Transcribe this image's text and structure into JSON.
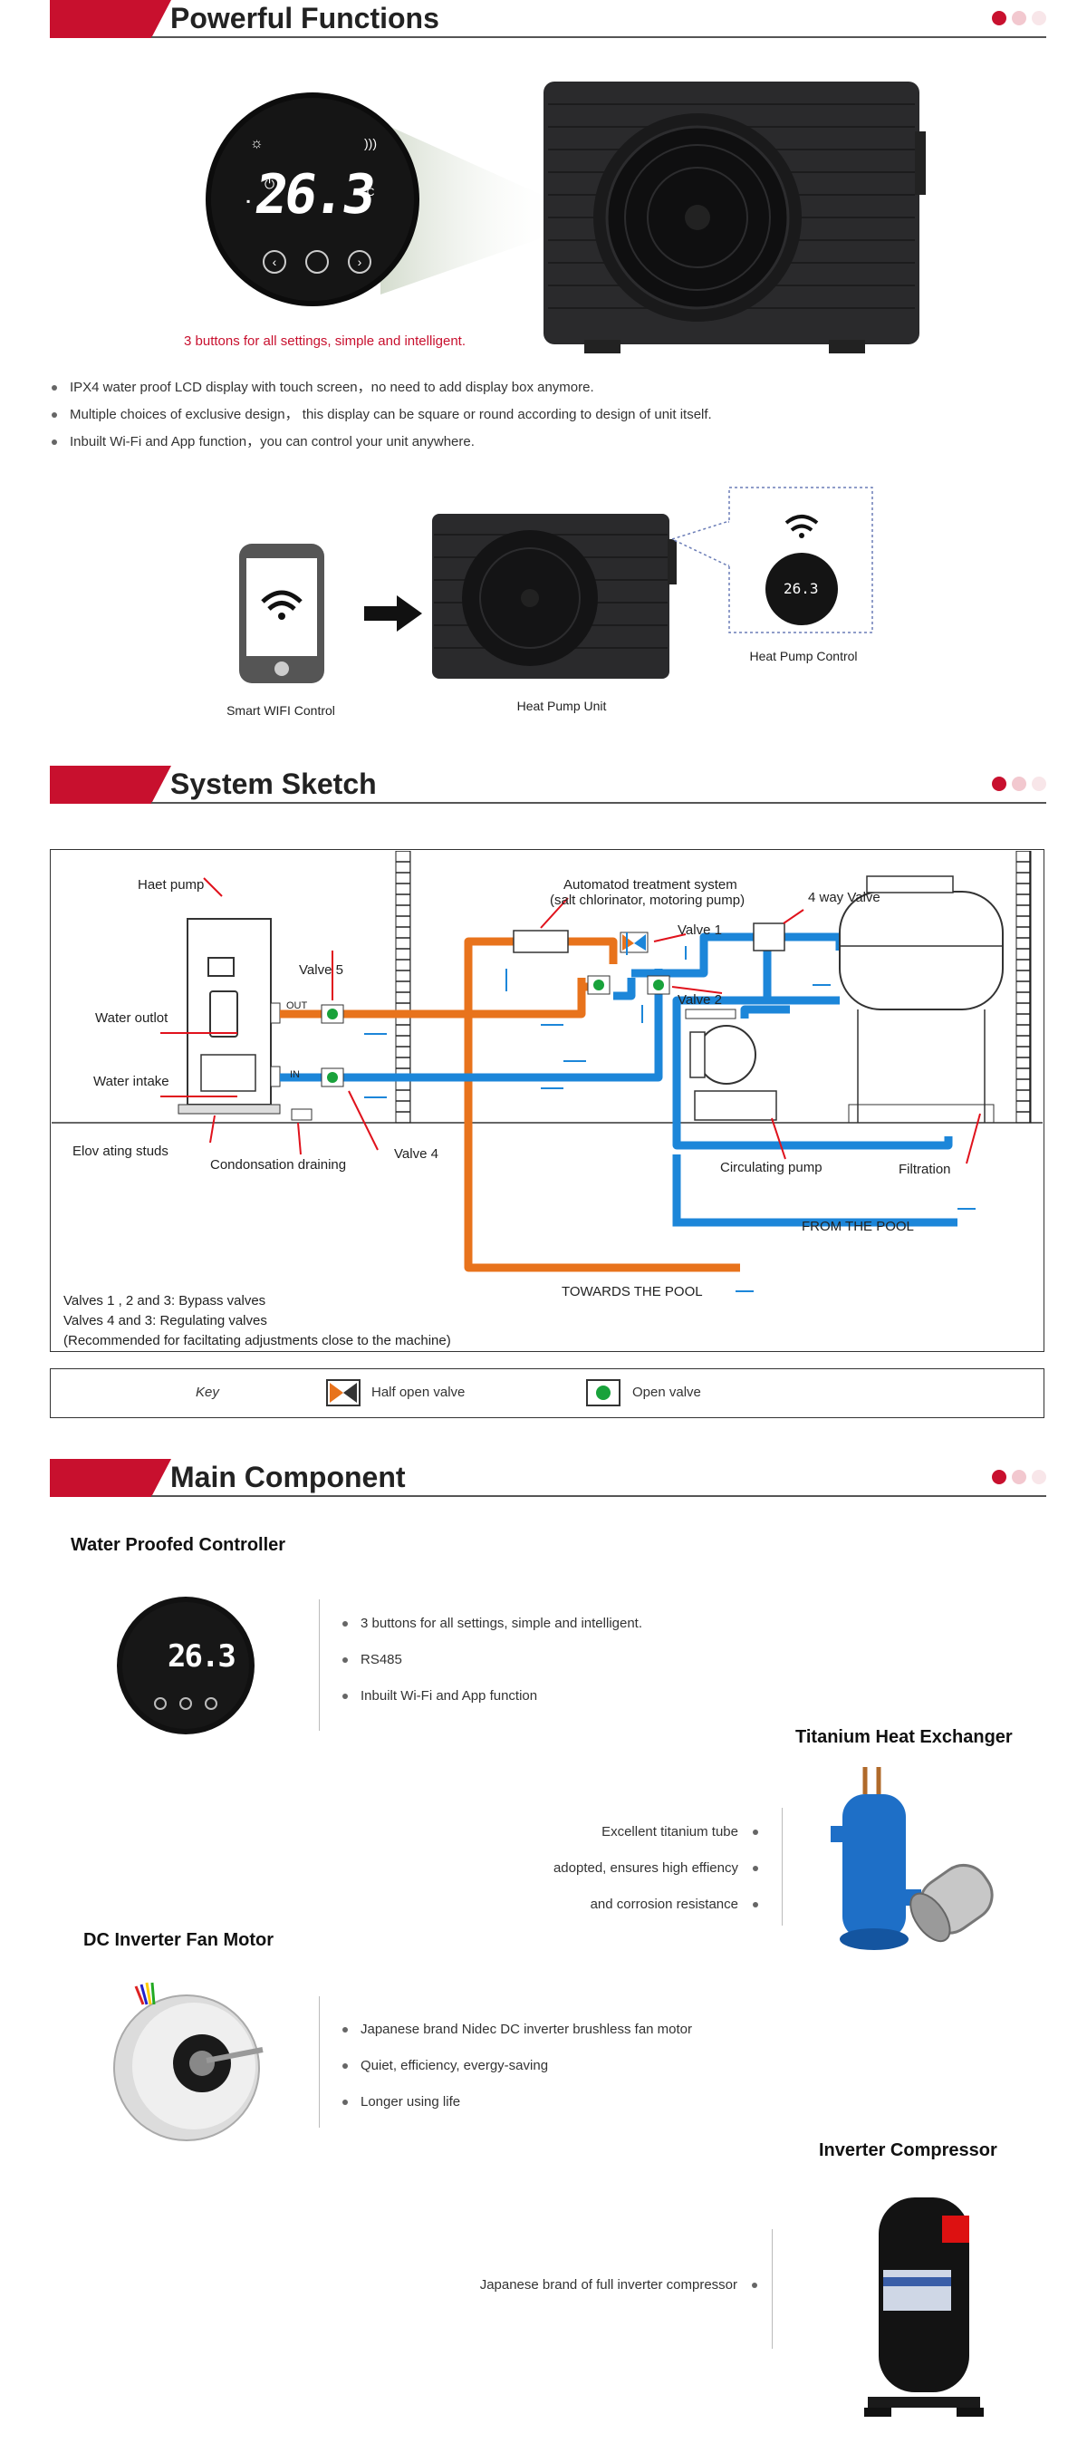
{
  "sections": {
    "functions": {
      "title": "Powerful Functions"
    },
    "sketch": {
      "title": "System Sketch"
    },
    "components": {
      "title": "Main Component"
    }
  },
  "functions": {
    "display_temp": "26.3",
    "display_unit": "°C",
    "caption": "3 buttons for all settings, simple and intelligent.",
    "bullets": [
      "IPX4 water proof LCD display with touch screen，no need to add display box anymore.",
      "Multiple choices of exclusive design， this display can be square or round according to design of unit itself.",
      "Inbuilt Wi-Fi and App function，you can control your unit anywhere."
    ],
    "wifi_labels": {
      "phone": "Smart WIFI Control",
      "unit": "Heat Pump Unit",
      "controller": "Heat Pump Control"
    }
  },
  "sketch": {
    "labels": {
      "heat_pump": "Haet pump",
      "water_outlet": "Water outlot",
      "water_intake": "Water intake",
      "studs": "Elov ating studs",
      "condensation": "Condonsation draining",
      "valve5": "Valve 5",
      "valve4": "Valve 4",
      "valve1": "Valve 1",
      "valve2": "Valve 2",
      "treatment": "Automatod treatment system",
      "treatment_sub": "(salt chlorinator, motoring pump)",
      "four_way": "4 way Valve",
      "circ_pump": "Circulating pump",
      "filtration": "Filtration",
      "from_pool": "FROM THE POOL",
      "towards_pool": "TOWARDS THE POOL",
      "out": "OUT",
      "in": "IN"
    },
    "notes": [
      "Valves 1 , 2 and 3: Bypass valves",
      "Valves 4 and 3: Regulating valves",
      "(Recommended for faciltating adjustments close to the machine)"
    ],
    "key": {
      "title": "Key",
      "half_open": "Half open valve",
      "open": "Open valve"
    }
  },
  "components": {
    "controller": {
      "title": "Water Proofed Controller",
      "display_temp": "26.3",
      "bullets": [
        "3 buttons for all settings, simple and intelligent.",
        "RS485",
        "Inbuilt Wi-Fi and App function"
      ]
    },
    "exchanger": {
      "title": "Titanium Heat Exchanger",
      "bullets": [
        "Excellent titanium tube",
        "adopted, ensures high effiency",
        "and corrosion resistance"
      ]
    },
    "fan_motor": {
      "title": "DC Inverter Fan Motor",
      "bullets": [
        "Japanese brand Nidec DC inverter brushless fan motor",
        "Quiet, efficiency, evergy-saving",
        "Longer using life"
      ]
    },
    "compressor": {
      "title": "Inverter Compressor",
      "bullets": [
        "Japanese brand of full inverter compressor"
      ]
    }
  },
  "colors": {
    "accent": "#c8102e",
    "hot_pipe": "#e8731c",
    "cold_pipe": "#1c86d9",
    "valve_green": "#19a23b"
  }
}
